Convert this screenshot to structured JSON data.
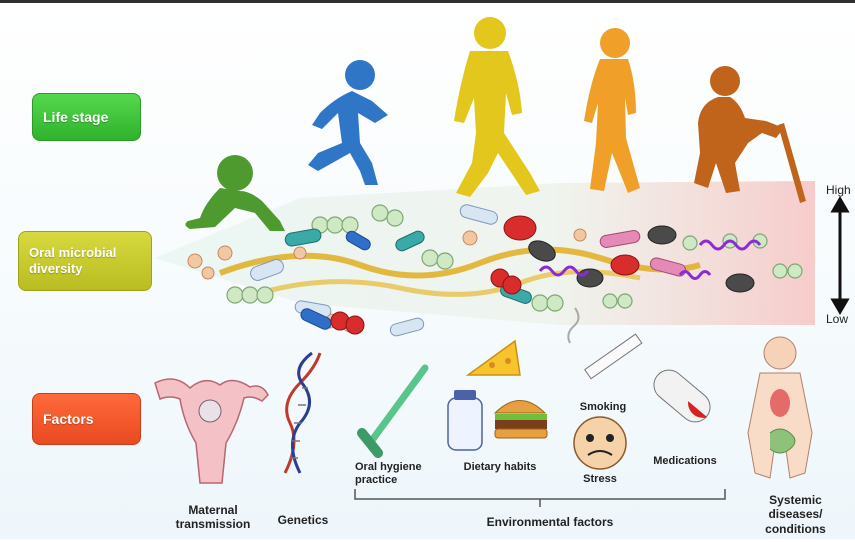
{
  "labels": {
    "life_stage": "Life stage",
    "oral_microbial_diversity": "Oral microbial diversity",
    "factors": "Factors"
  },
  "scale": {
    "high": "High",
    "low": "Low"
  },
  "factors": {
    "maternal_transmission": "Maternal transmission",
    "genetics": "Genetics",
    "oral_hygiene_practice": "Oral hygiene practice",
    "dietary_habits": "Dietary habits",
    "smoking": "Smoking",
    "stress": "Stress",
    "medications": "Medications",
    "environmental_factors": "Environmental factors",
    "systemic_diseases": "Systemic diseases/ conditions"
  },
  "life_stages": [
    "infant-icon",
    "child-icon",
    "adult-icon",
    "older-adult-icon",
    "elderly-icon"
  ],
  "colors": {
    "life_stage_green": "#3cc63a",
    "diversity_yellow": "#c9cc2d",
    "factors_orange": "#f2572b",
    "infant": "#4f9a2f",
    "child": "#2f76c6",
    "adult": "#e3c71c",
    "older": "#f0a028",
    "elderly": "#c0641c"
  }
}
